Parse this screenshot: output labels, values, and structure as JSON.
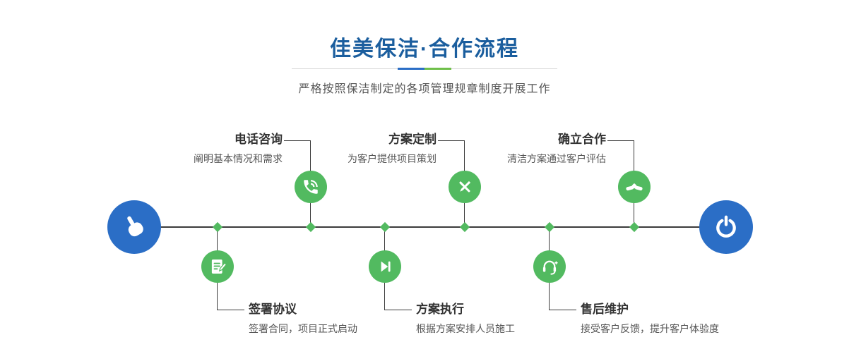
{
  "header": {
    "title": "佳美保洁·合作流程",
    "subtitle": "严格按照保洁制定的各项管理规章制度开展工作"
  },
  "steps_top": [
    {
      "title": "电话咨询",
      "desc": "阐明基本情况和需求",
      "icon": "phone-icon"
    },
    {
      "title": "方案定制",
      "desc": "为客户提供项目策划",
      "icon": "design-icon"
    },
    {
      "title": "确立合作",
      "desc": "清洁方案通过客户评估",
      "icon": "handshake-icon"
    }
  ],
  "steps_bottom": [
    {
      "title": "签署协议",
      "desc": "签署合同，项目正式启动",
      "icon": "contract-icon"
    },
    {
      "title": "方案执行",
      "desc": "根据方案安排人员施工",
      "icon": "execute-icon"
    },
    {
      "title": "售后维护",
      "desc": "接受客户反馈，提升客户体验度",
      "icon": "aftersales-icon"
    }
  ],
  "timeline": {
    "start_icon": "hand-pointer-icon",
    "end_icon": "power-icon"
  },
  "colors": {
    "title_blue": "#1b5e9e",
    "node_blue": "#2b6ec6",
    "node_green": "#52ba60",
    "divider_green": "#6fbf4a",
    "line_dark": "#3b3b3b"
  }
}
